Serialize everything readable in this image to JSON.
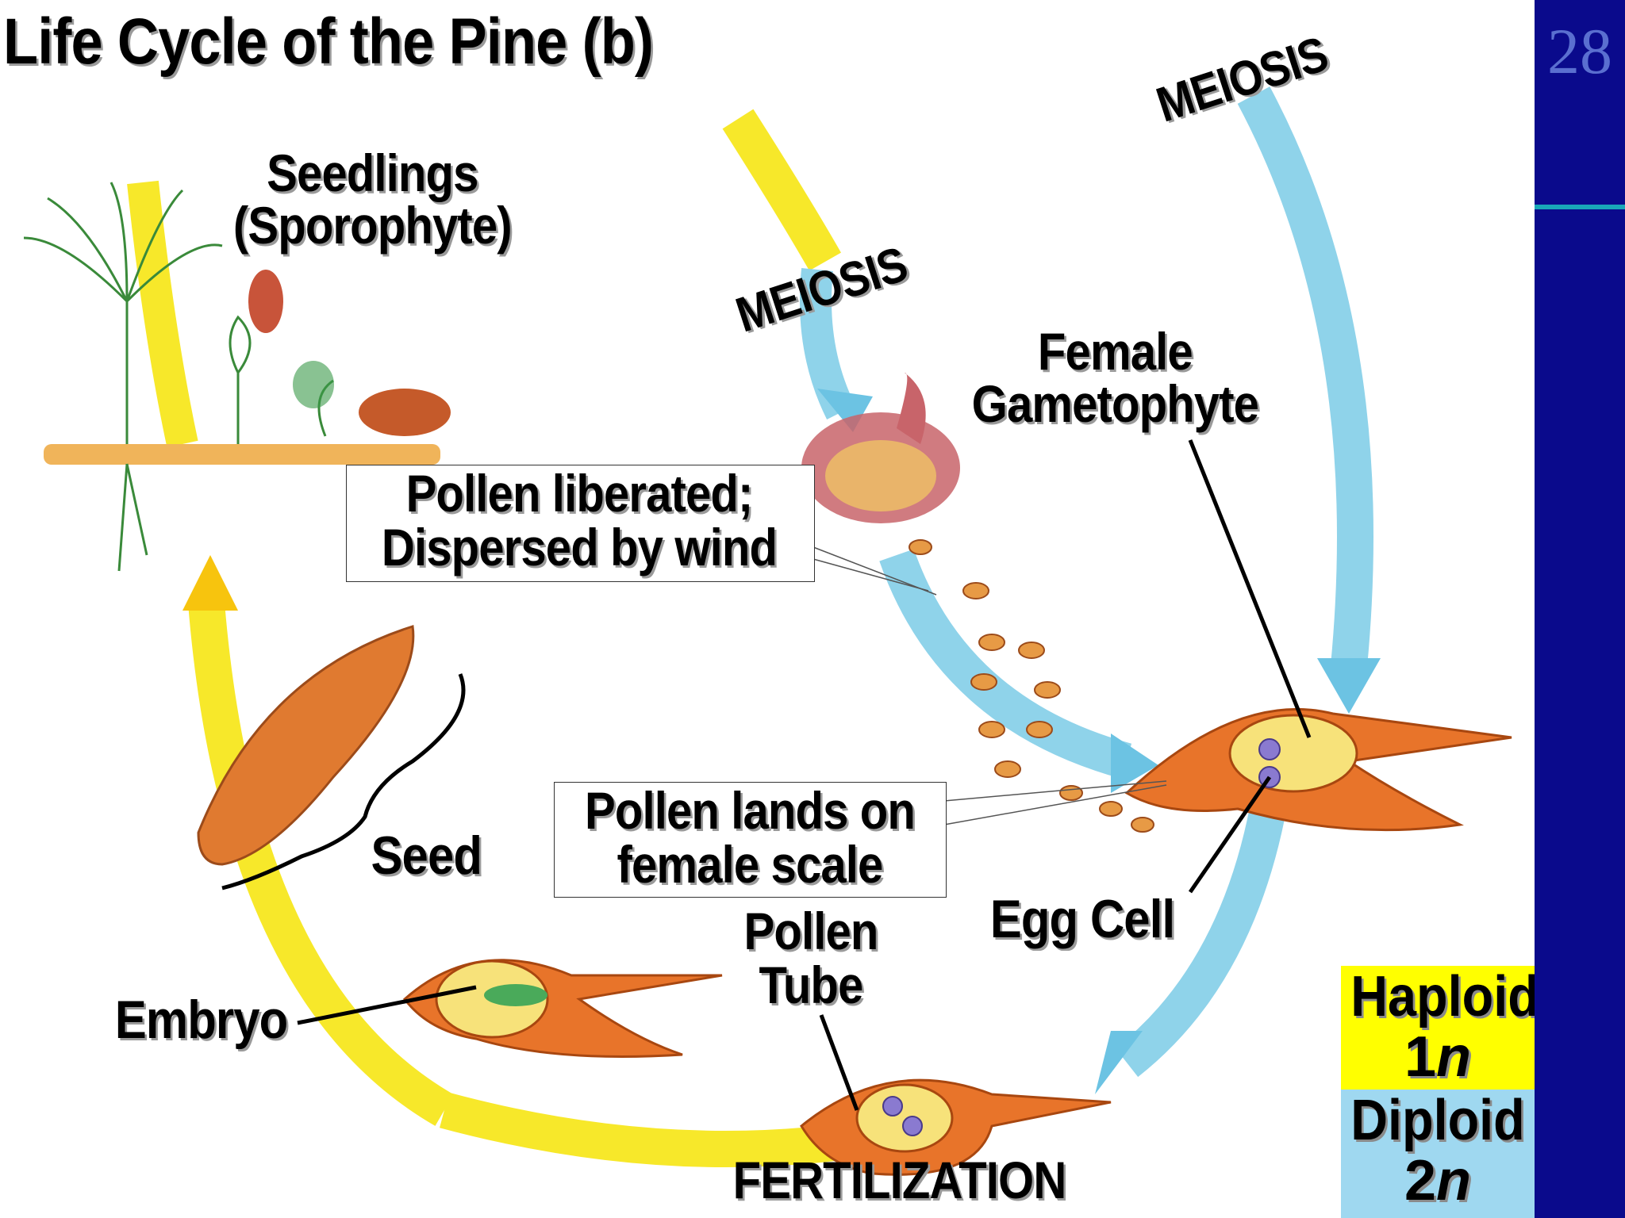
{
  "slide": {
    "title": "Life Cycle of the Pine (b)",
    "number": "28"
  },
  "labels": {
    "seedlings": [
      "Seedlings",
      "(Sporophyte)"
    ],
    "meiosis_1": "MEIOSIS",
    "meiosis_2": "MEIOSIS",
    "female_gametophyte": [
      "Female",
      "Gametophyte"
    ],
    "pollen_liberated": [
      "Pollen liberated;",
      "Dispersed by wind"
    ],
    "pollen_lands": [
      "Pollen lands on",
      "female scale"
    ],
    "seed": "Seed",
    "egg_cell": "Egg Cell",
    "pollen_tube": [
      "Pollen",
      "Tube"
    ],
    "embryo": "Embryo",
    "fertilization": "FERTILIZATION"
  },
  "legend": {
    "haploid": {
      "label": "Haploid",
      "num": "1",
      "var": "n",
      "color": "#ffff00"
    },
    "diploid": {
      "label": "Diploid",
      "num": "2",
      "var": "n",
      "color": "#9fd8f0"
    }
  },
  "colors": {
    "sidebar": "#0a0a8c",
    "accent_rule": "#19a7b8",
    "haploid_arrow": "#f7e82a",
    "diploid_arrow": "#8fd3ea",
    "tissue": "#e8742a"
  }
}
